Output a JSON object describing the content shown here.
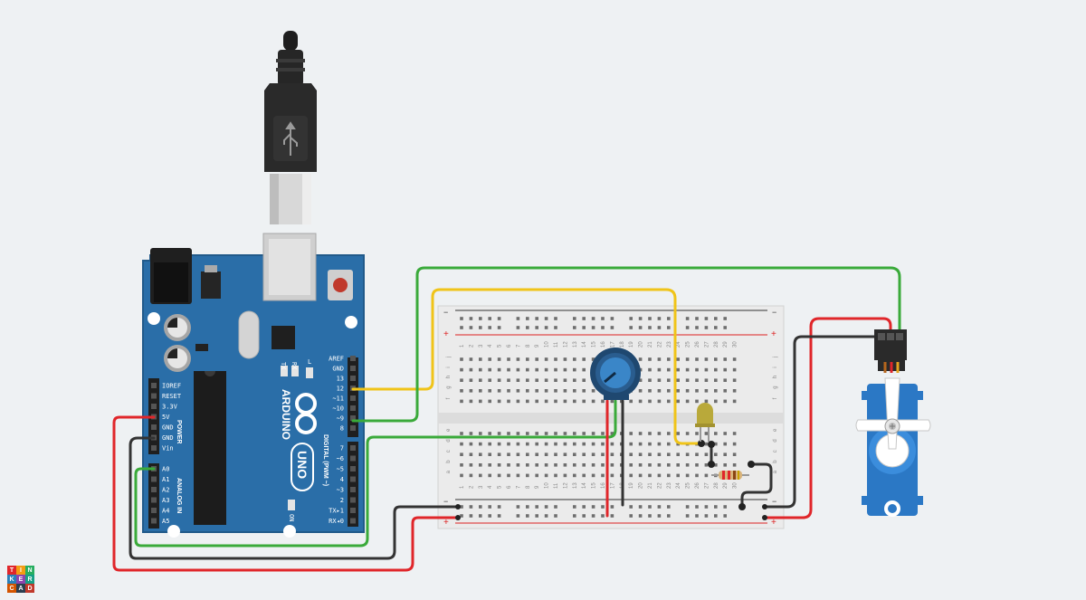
{
  "app": {
    "brand_letters": [
      "T",
      "I",
      "N",
      "K",
      "E",
      "R",
      "C",
      "A",
      "D"
    ]
  },
  "arduino": {
    "brand": "ARDUINO",
    "model": "UNO",
    "power_header_label": "POWER",
    "analog_header_label": "ANALOG IN",
    "digital_header_label": "DIGITAL (PWM ~)",
    "power_pins": [
      "IOREF",
      "RESET",
      "3.3V",
      "5V",
      "GND",
      "GND",
      "Vin"
    ],
    "analog_pins": [
      "A0",
      "A1",
      "A2",
      "A3",
      "A4",
      "A5"
    ],
    "digital_top_pins": [
      "AREF",
      "GND",
      "13",
      "12",
      "~11",
      "~10",
      "~9",
      "8"
    ],
    "digital_bottom_pins": [
      "7",
      "~6",
      "~5",
      "4",
      "~3",
      "2",
      "TX▸1",
      "RX◂0"
    ],
    "tx_label": "TX",
    "rx_label": "RX",
    "l_label": "L",
    "on_label": "ON"
  },
  "breadboard": {
    "row_letters_top": [
      "j",
      "i",
      "h",
      "g",
      "f"
    ],
    "row_letters_bottom": [
      "e",
      "d",
      "c",
      "b",
      "a"
    ],
    "column_numbers": [
      "1",
      "2",
      "3",
      "4",
      "5",
      "6",
      "7",
      "8",
      "9",
      "10",
      "11",
      "12",
      "13",
      "14",
      "15",
      "16",
      "17",
      "18",
      "19",
      "20",
      "21",
      "22",
      "23",
      "24",
      "25",
      "26",
      "27",
      "28",
      "29",
      "30"
    ],
    "rail_minus": "−",
    "rail_plus": "+"
  },
  "colors": {
    "board": "#2a6ea8",
    "wire_red": "#e0262a",
    "wire_black": "#333333",
    "wire_green": "#3aaa3a",
    "wire_yellow": "#f0c419",
    "servo": "#2b78c5",
    "led": "#b9a93a",
    "background": "#eef1f3"
  },
  "components": {
    "usb_cable": "usb-cable",
    "potentiometer": "potentiometer",
    "led": "led",
    "resistor": "resistor",
    "servo": "micro-servo"
  }
}
